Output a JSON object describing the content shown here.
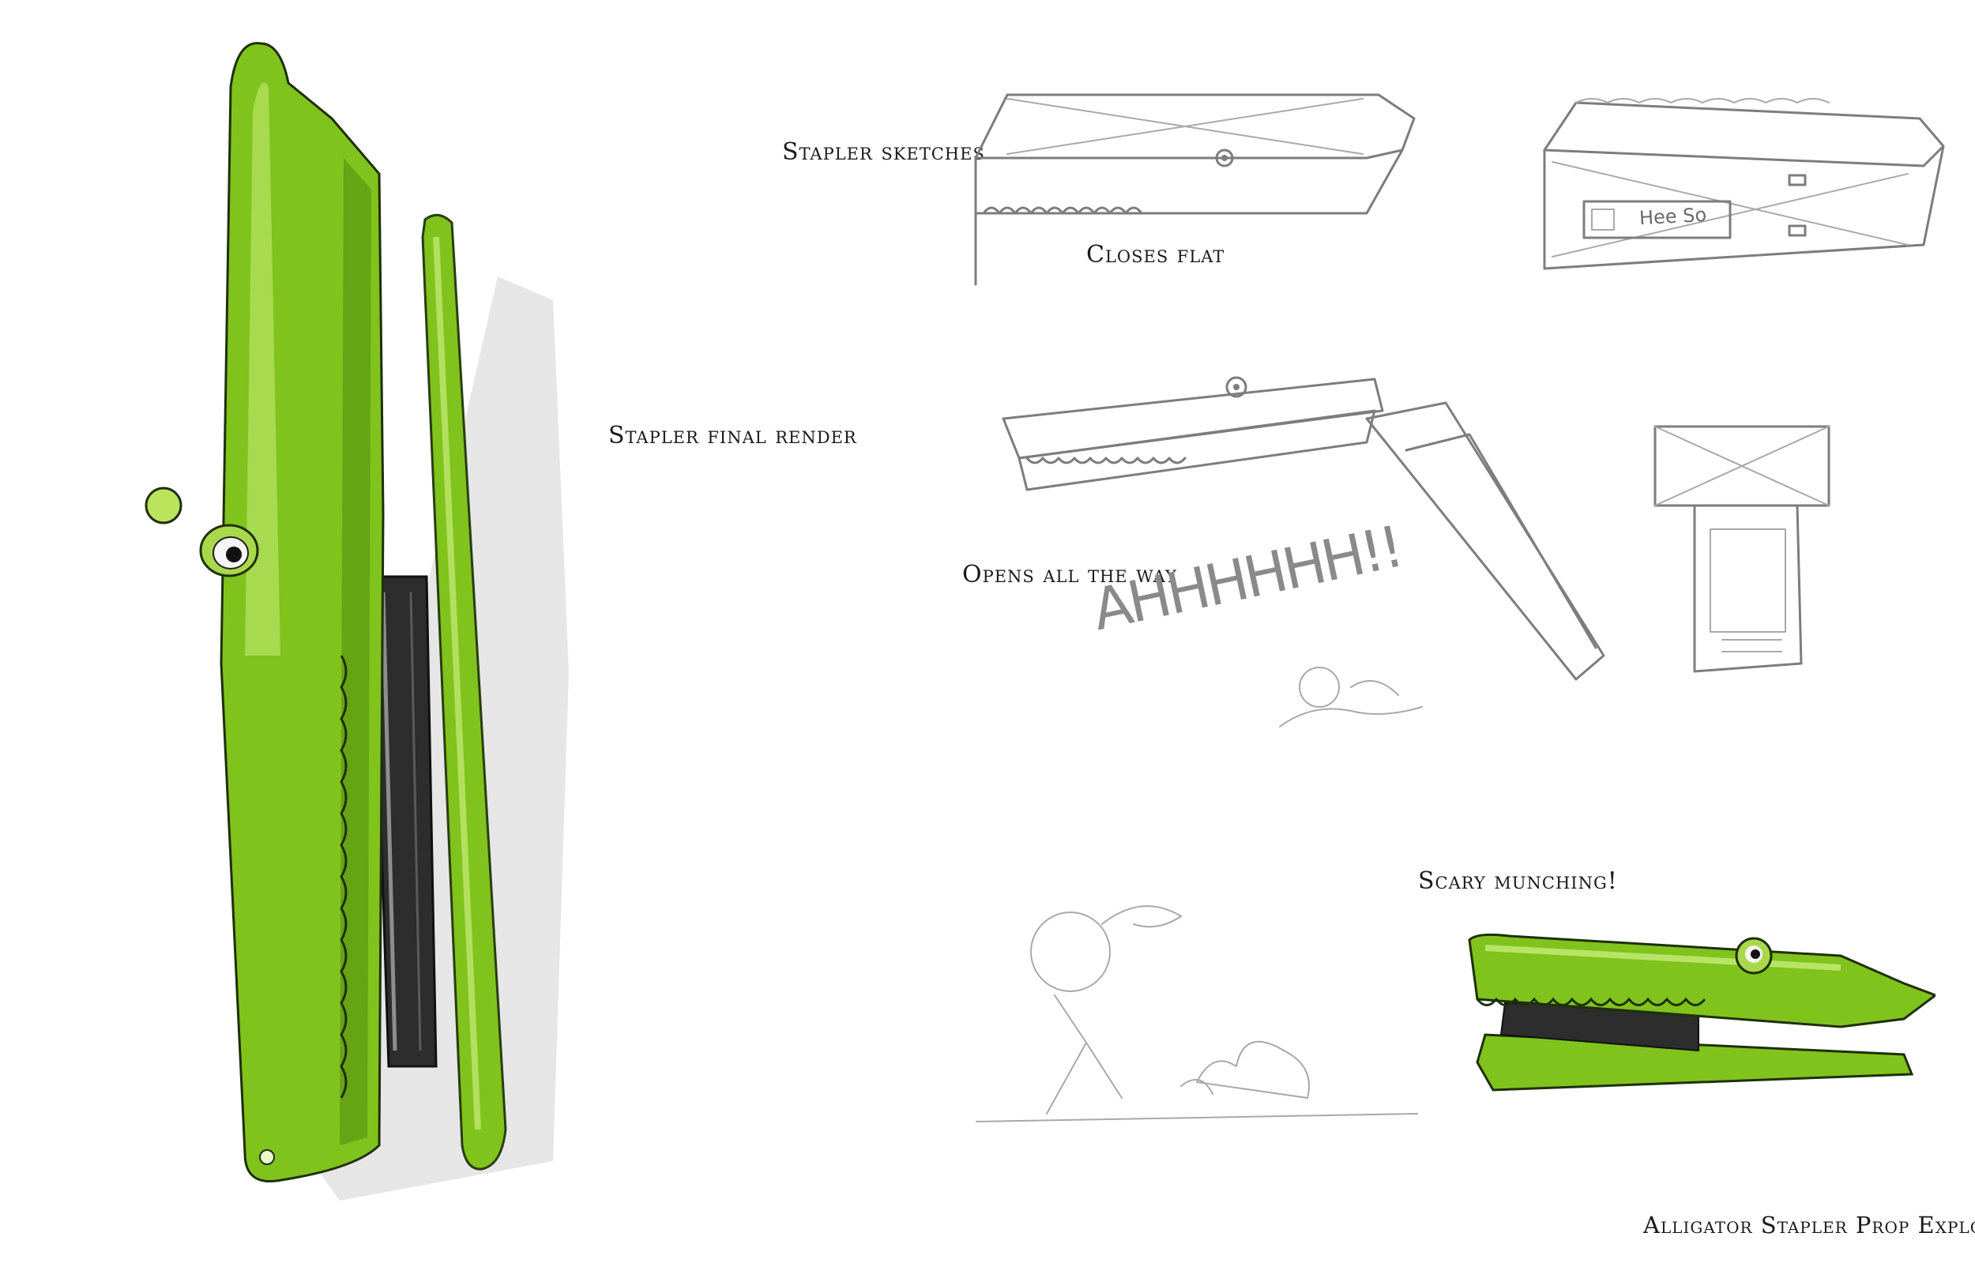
{
  "labels": {
    "final_render": "Stapler final render",
    "sketches": "Stapler sketches",
    "closes_flat": "Closes flat",
    "opens_all_the_way": "Opens all the way",
    "scary_munching": "Scary munching!",
    "page_title": "Alligator Stapler Prop Exploration"
  },
  "sketch_text": {
    "scream": "AHHHHHH!!",
    "name_tag": "Hee So"
  },
  "colors": {
    "stapler_green": "#7fc31c",
    "stapler_dark": "#3f6b0b",
    "stapler_highlight": "#c8ec7a",
    "staple_tray": "#2d2d2d",
    "pencil": "#7d7d7d",
    "background": "#ffffff"
  }
}
